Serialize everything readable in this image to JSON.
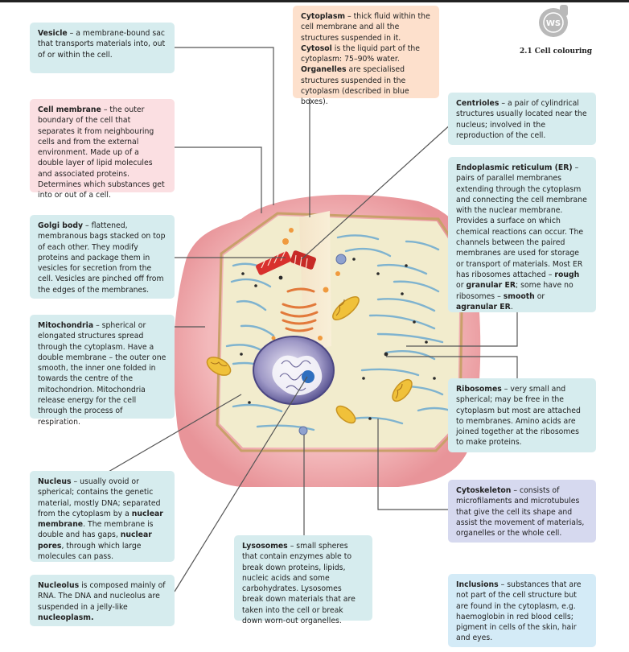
{
  "header": {
    "logo_text": "WS",
    "section_label": "2.1 Cell colouring"
  },
  "labels": {
    "vesicle": {
      "title": "Vesicle",
      "text": " – a membrane-bound sac that transports materials into, out of or within the cell."
    },
    "cell_membrane": {
      "title": "Cell membrane",
      "text": " – the outer boundary of the cell that separates it from neighbouring cells and from the external environment. Made up of a double layer of lipid molecules and associated proteins. Determines which substances get into or out of a cell."
    },
    "golgi": {
      "title": "Golgi body",
      "text": " – flattened, membranous bags stacked on top of each other. They modify proteins and package them in vesicles for secretion from the cell. Vesicles are pinched off from the edges of the membranes."
    },
    "mitochondria": {
      "title": "Mitochondria",
      "text": " – spherical or elongated structures spread through the cytoplasm. Have a double membrane – the outer one smooth, the inner one folded in towards the centre of the mitochondrion. Mitochondria release energy for the cell through the process of respiration."
    },
    "nucleus": {
      "title": "Nucleus",
      "text_a": " – usually ovoid or spherical; contains the genetic material, mostly DNA; separated from the cytoplasm by a ",
      "bold_a": "nuclear membrane",
      "text_b": ". The membrane is double and has gaps, ",
      "bold_b": "nuclear pores",
      "text_c": ", through which large molecules can pass."
    },
    "nucleolus": {
      "title": "Nucleolus",
      "text_a": " is composed mainly of RNA. The DNA and nucleolus are suspended in a jelly-like ",
      "bold_a": "nucleoplasm."
    },
    "cytoplasm": {
      "title": "Cytoplasm",
      "text_a": " – thick fluid within the cell membrane and all the structures suspended in it. ",
      "bold_a": "Cytosol",
      "text_b": " is the liquid part of the cytoplasm: 75–90% water. ",
      "bold_b": "Organelles",
      "text_c": " are specialised structures suspended in the cytoplasm (described in blue boxes)."
    },
    "centrioles": {
      "title": "Centrioles",
      "text": " – a pair of cylindrical structures usually located near the nucleus; involved in the reproduction of the cell."
    },
    "er": {
      "title": "Endoplasmic reticulum (ER)",
      "text_a": " – pairs of parallel membranes extending through the cytoplasm and connecting the cell membrane with the nuclear membrane. Provides a surface on which chemical reactions can occur. The channels between the paired membranes are used for storage or transport of materials. Most ER has ribosomes attached – ",
      "bold_a": "rough",
      "text_b": " or ",
      "bold_b": "granular ER",
      "text_c": "; some have no ribosomes – ",
      "bold_c": "smooth",
      "text_d": " or ",
      "bold_d": "agranular ER",
      "text_e": "."
    },
    "ribosomes": {
      "title": "Ribosomes",
      "text": " – very small and spherical; may be free in the cytoplasm but most are attached to membranes. Amino acids are joined together at the ribosomes to make proteins."
    },
    "cytoskeleton": {
      "title": "Cytoskeleton",
      "text": " – consists of microfilaments and microtubules that give the cell its shape and assist the movement of materials, organelles or the whole cell."
    },
    "lysosomes": {
      "title": "Lysosomes",
      "text": " – small spheres that contain enzymes able to break down proteins, lipids, nucleic acids and some carbohydrates. Lysosomes break down materials that are taken into the cell or break down worn-out organelles."
    },
    "inclusions": {
      "title": "Inclusions",
      "text": " – substances that are not part of the cell structure but are found in the cytoplasm, e.g. haemoglobin in red blood cells; pigment in cells of the skin, hair and eyes."
    }
  },
  "colors": {
    "organelle_box": "#d6ecee",
    "membrane_box": "#fbdfe2",
    "cytoplasm_box": "#fde0cc",
    "cytoskeleton_box": "#d6d9ef",
    "inclusion_box": "#d4ebf7",
    "leader_line": "#555555"
  }
}
